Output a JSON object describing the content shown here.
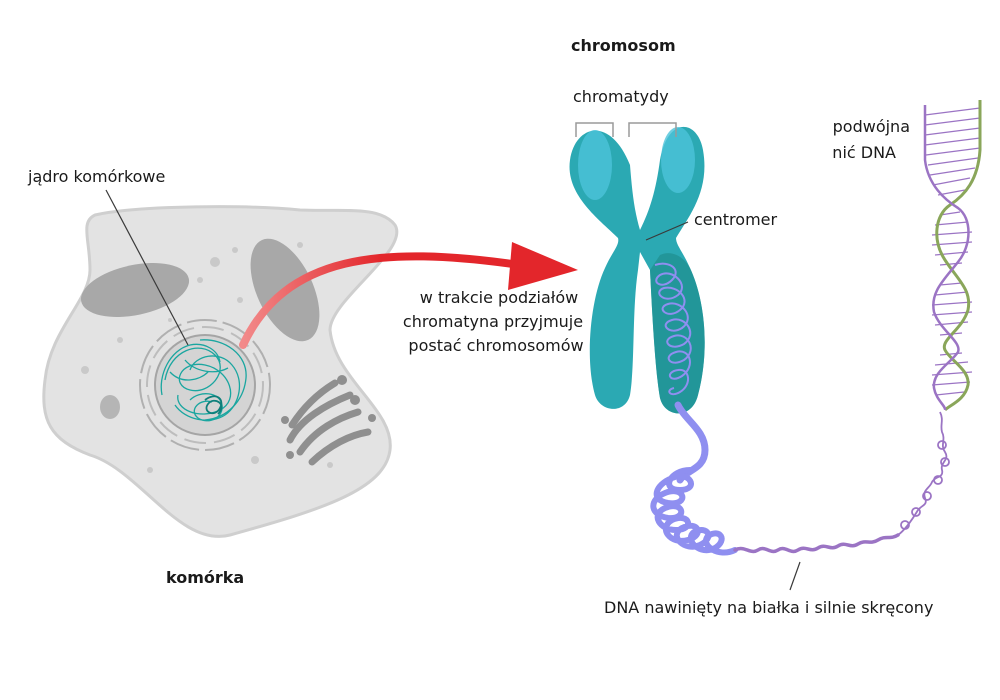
{
  "labels": {
    "nucleus": "jądro komórkowe",
    "cell": "komórka",
    "chromosome": "chromosom",
    "chromatids": "chromatydy",
    "centromere": "centromer",
    "division_line1": "w trakcie podziałów",
    "division_line2": "chromatyna przyjmuje",
    "division_line3": "postać chromosomów",
    "dna_line1": "podwójna",
    "dna_line2": "nić DNA",
    "wound_dna": "DNA nawinięty na białka i silnie skręcony"
  },
  "colors": {
    "cell_fill": "#e3e3e3",
    "cell_stroke": "#cfcfcf",
    "organelle": "#a8a8a8",
    "chromatin": "#1aa6a0",
    "arrow": "#e3262b",
    "chromosome": "#2ba9b3",
    "chromosome_highlight": "#4cc3d9",
    "dna_coil": "#8f8ff0",
    "dna_helix_green": "#8aa65a",
    "dna_helix_purple": "#9b74c4"
  }
}
